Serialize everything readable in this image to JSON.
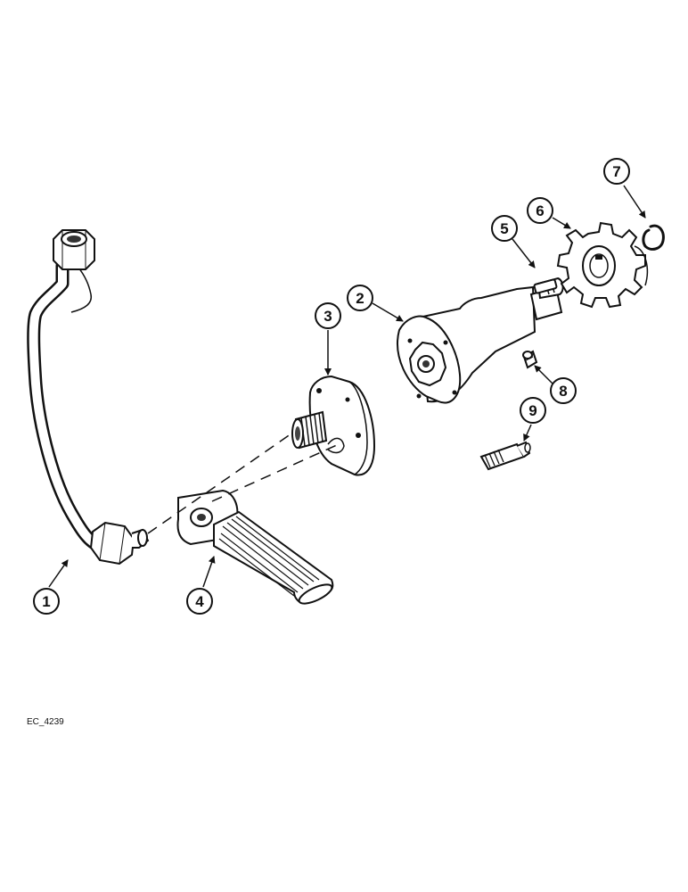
{
  "diagram": {
    "reference_code": "EC_4239",
    "callouts": [
      {
        "id": "1",
        "label": "1"
      },
      {
        "id": "2",
        "label": "2"
      },
      {
        "id": "3",
        "label": "3"
      },
      {
        "id": "4",
        "label": "4"
      },
      {
        "id": "5",
        "label": "5"
      },
      {
        "id": "6",
        "label": "6"
      },
      {
        "id": "7",
        "label": "7"
      },
      {
        "id": "8",
        "label": "8"
      },
      {
        "id": "9",
        "label": "9"
      }
    ],
    "colors": {
      "ink": "#111111",
      "paper": "#ffffff",
      "shade": "#9a9a9a"
    }
  }
}
